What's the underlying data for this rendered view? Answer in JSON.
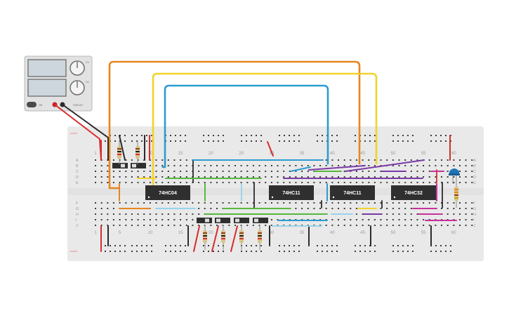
{
  "chips": [
    {
      "id": "u1",
      "label": "74HC04"
    },
    {
      "id": "u2",
      "label": "74HC11"
    },
    {
      "id": "u3",
      "label": "74HC11"
    },
    {
      "id": "u4",
      "label": "74HC32"
    }
  ],
  "column_numbers": [
    "1",
    "5",
    "10",
    "15",
    "20",
    "25",
    "30",
    "35",
    "40",
    "45",
    "50",
    "55",
    "60"
  ],
  "row_letters": [
    "A",
    "B",
    "C",
    "D",
    "E",
    "F",
    "G",
    "H",
    "I",
    "J"
  ],
  "power_supply": {
    "knob_labels": [
      "CV",
      "CC"
    ],
    "button_label": "ON",
    "brand": "CIRCUIT"
  },
  "colors": {
    "board": "#e9e9e9",
    "hole": "#3d3d3d",
    "chip": "#2f2f2f",
    "wire_red": "#d62d2d",
    "wire_black": "#2b2b2b",
    "wire_orange": "#e6861e",
    "wire_yellow": "#f2d22c",
    "wire_blue": "#2b9cd0",
    "wire_green": "#58b83d",
    "wire_purple": "#7b3aa6",
    "wire_lightblue": "#9ad3ec",
    "wire_magenta": "#c8319a",
    "led_blue": "#1f74b8"
  }
}
